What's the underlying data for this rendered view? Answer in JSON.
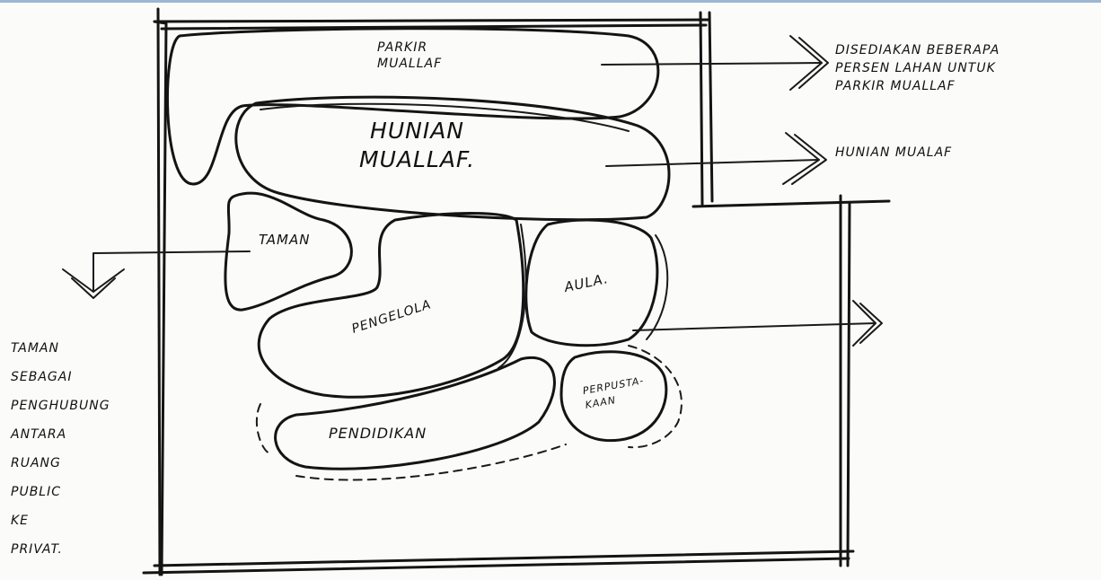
{
  "zones": {
    "parkir": "PARKIR\nMUALLAF",
    "hunian": "HUNIAN\nMUALLAF.",
    "taman": "TAMAN",
    "pengelola": "PENGELOLA",
    "aula": "AULA.",
    "pendidikan": "PENDIDIKAN",
    "perpustakaan": "PERPUSTA-\nKAAN"
  },
  "notes": {
    "parkir": "DISEDIAKAN BEBERAPA\nPERSEN LAHAN UNTUK\nPARKIR MUALLAF",
    "hunian": "HUNIAN MUALAF",
    "taman": "TAMAN\nSEBAGAI\nPENGHUBUNG\nANTARA\nRUANG\nPUBLIC\nKE\nPRIVAT."
  }
}
